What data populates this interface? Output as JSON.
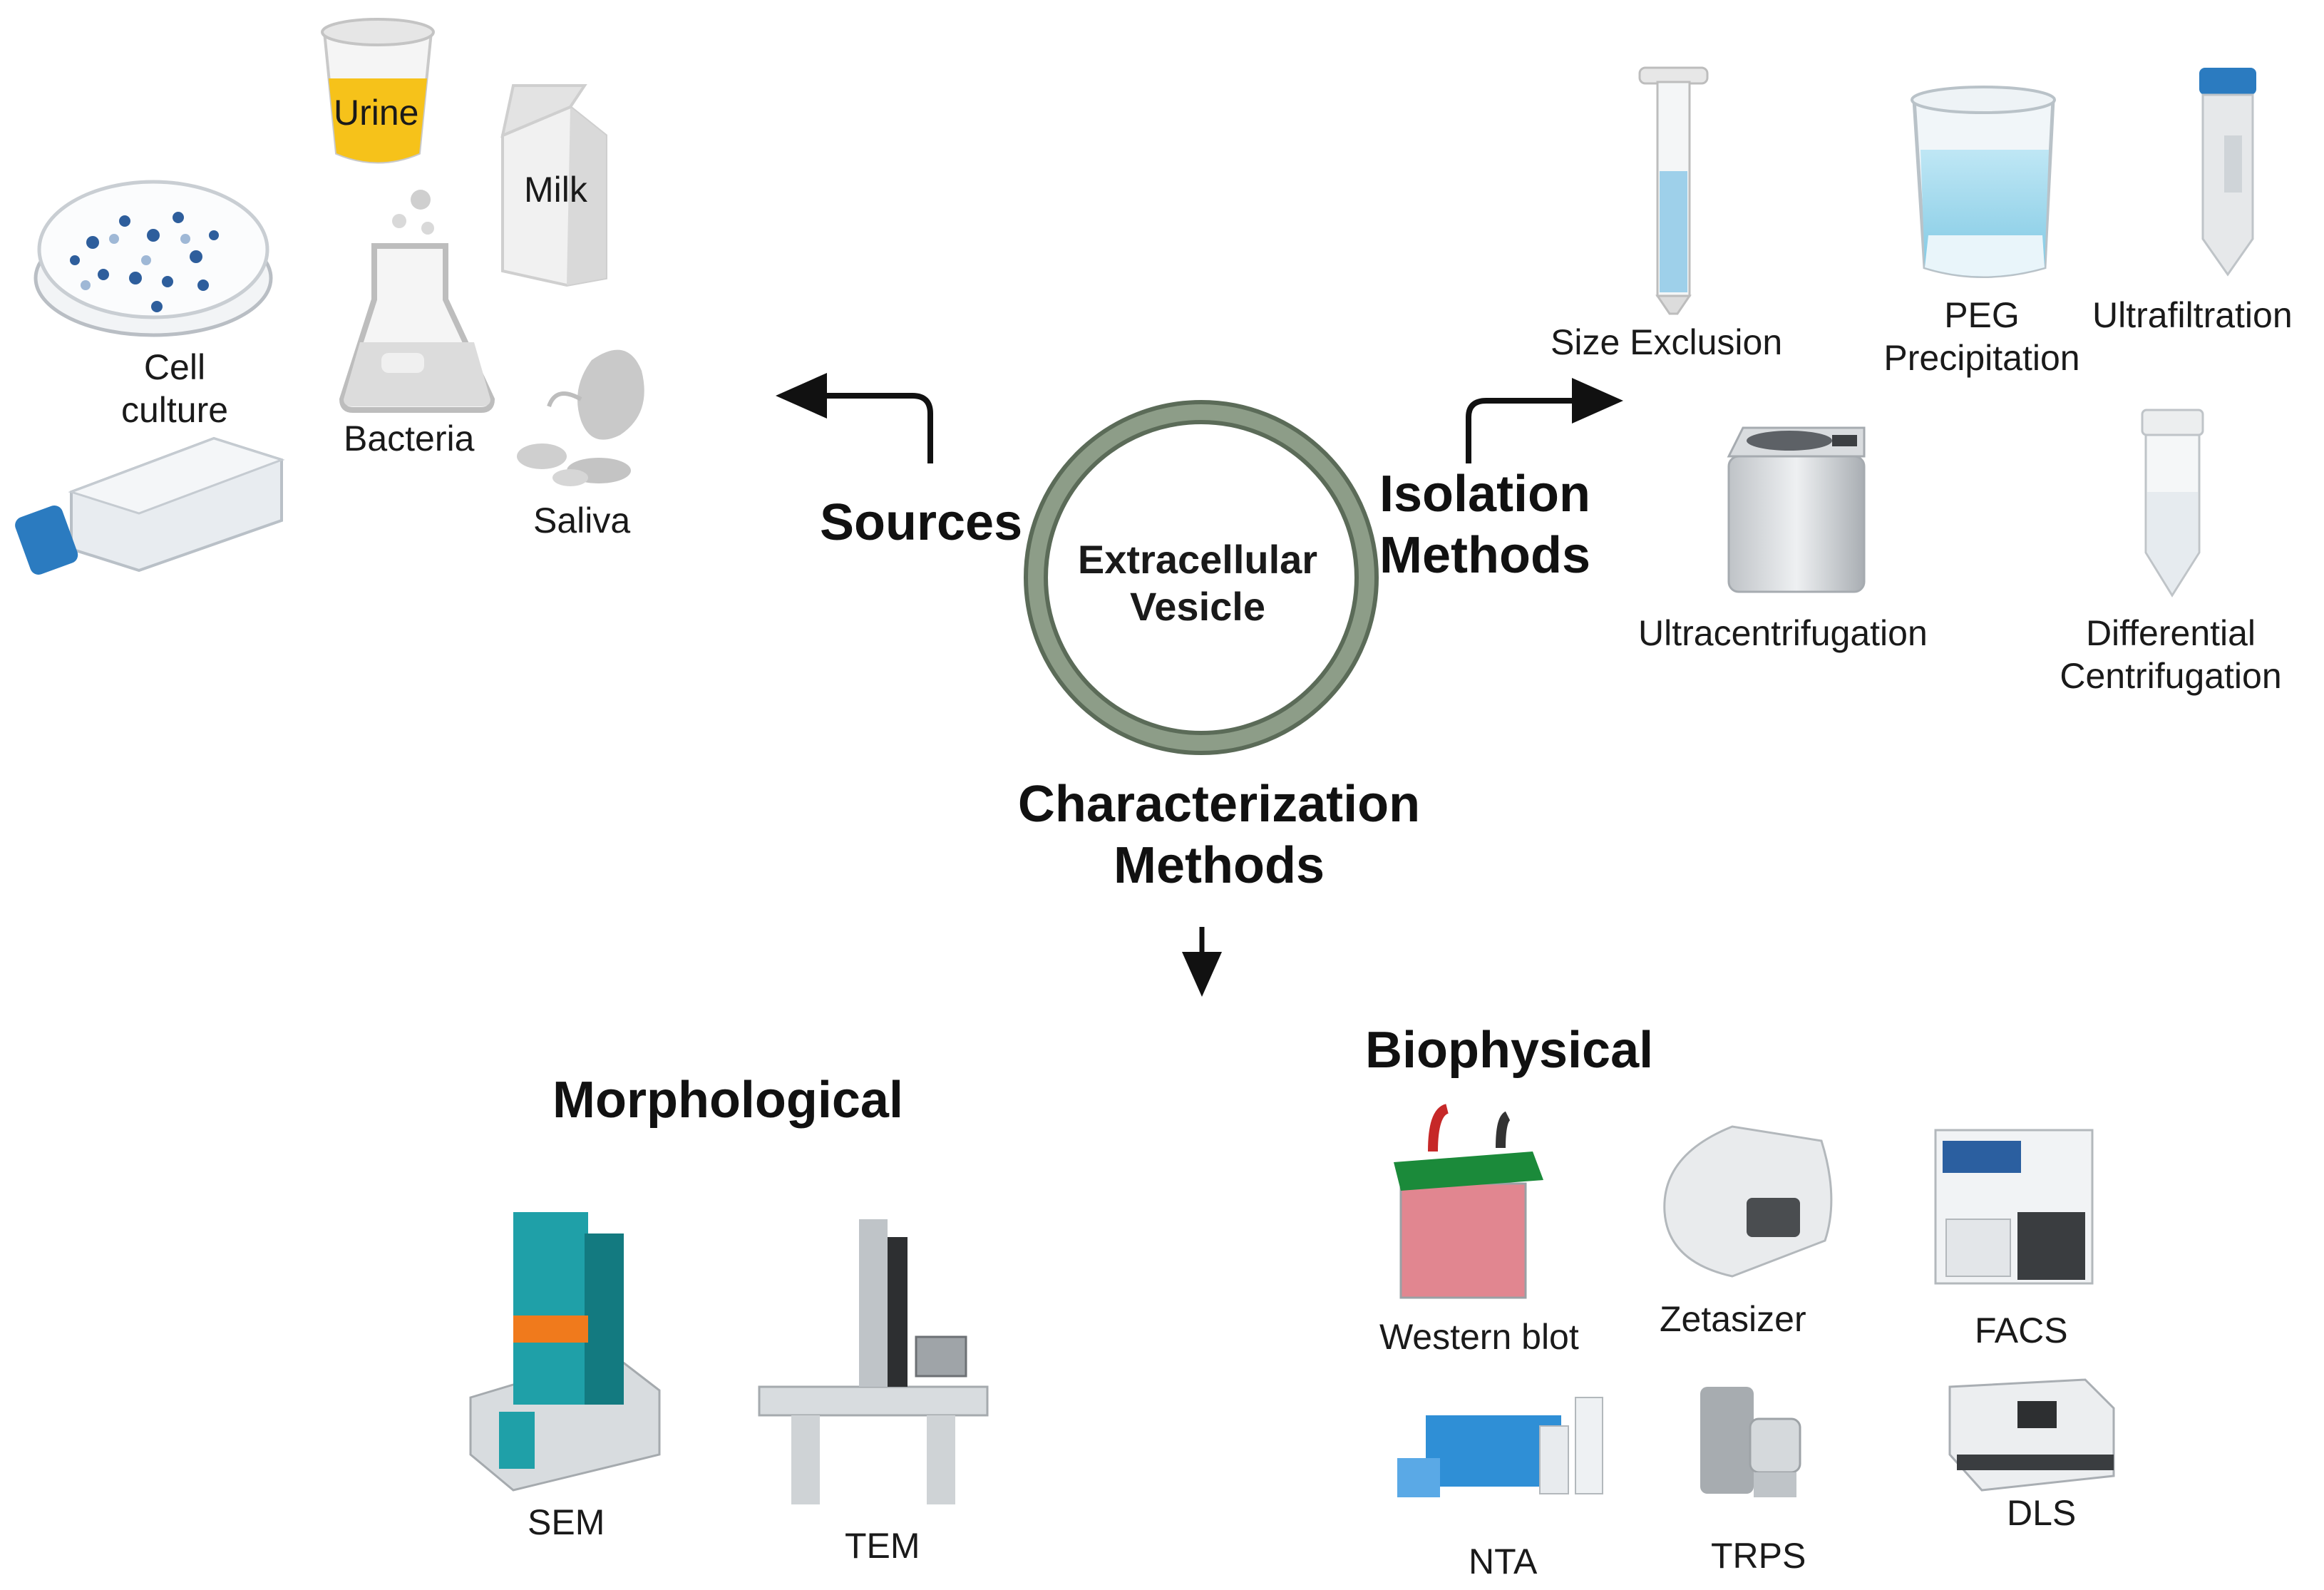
{
  "center": {
    "title": "Extracellular Vesicle"
  },
  "sources": {
    "header": "Sources",
    "items": {
      "urine": "Urine",
      "milk": "Milk",
      "cell_culture": "Cell culture",
      "bacteria": "Bacteria",
      "saliva": "Saliva"
    }
  },
  "isolation": {
    "header": "Isolation Methods",
    "items": {
      "size_exclusion": "Size Exclusion",
      "peg": "PEG Precipitation",
      "ultrafiltration": "Ultrafiltration",
      "ultracentrifugation": "Ultracentrifugation",
      "differential": "Differential Centrifugation"
    }
  },
  "characterization": {
    "header": "Characterization Methods",
    "morphological": {
      "header": "Morphological",
      "items": {
        "sem": "SEM",
        "tem": "TEM"
      }
    },
    "biophysical": {
      "header": "Biophysical",
      "items": {
        "western": "Western blot",
        "zetasizer": "Zetasizer",
        "facs": "FACS",
        "nta": "NTA",
        "trps": "TRPS",
        "dls": "DLS"
      }
    }
  },
  "colors": {
    "ring": "#7a8c76",
    "cap_blue": "#2b7bc0",
    "sem_teal": "#1fa0a8",
    "sem_orange": "#f07a1c",
    "battery_green": "#1b8a3a",
    "battery_red": "#d75d6b",
    "urine_yellow": "#f6c21a"
  }
}
